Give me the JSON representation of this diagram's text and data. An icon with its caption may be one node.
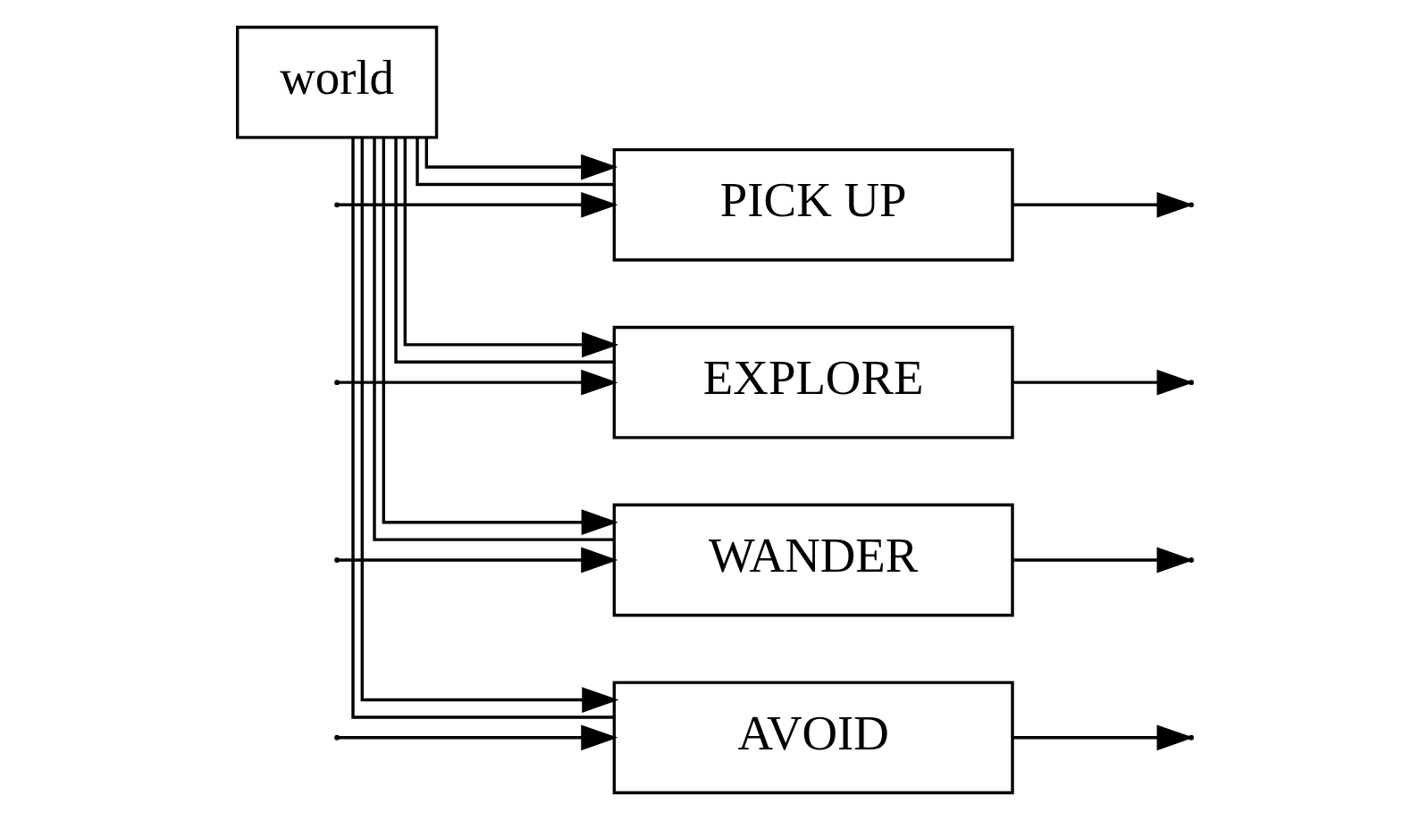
{
  "diagram": {
    "nodes": [
      {
        "text": [
          "PICK UP"
        ]
      },
      {
        "text": [
          "EXPLORE"
        ]
      },
      {
        "text": [
          "WANDER"
        ]
      },
      {
        "text": [
          "AVOID"
        ]
      },
      {
        "text": [
          "world"
        ]
      }
    ],
    "edges": [
      {
        "from": null,
        "to": 0,
        "arrow": "to"
      },
      {
        "from": null,
        "to": 1,
        "arrow": "to"
      },
      {
        "from": null,
        "to": 2,
        "arrow": "to"
      },
      {
        "from": null,
        "to": 3,
        "arrow": "to"
      },
      {
        "from": 0,
        "to": null,
        "arrow": "to"
      },
      {
        "from": 1,
        "to": null,
        "arrow": "to"
      },
      {
        "from": 2,
        "to": null,
        "arrow": "to"
      },
      {
        "from": 3,
        "to": null,
        "arrow": "to"
      },
      {
        "from": 0,
        "to": 4,
        "arrow": "none"
      },
      {
        "from": 1,
        "to": 4,
        "arrow": "none"
      },
      {
        "from": 2,
        "to": 4,
        "arrow": "none"
      },
      {
        "from": 3,
        "to": 4,
        "arrow": "none"
      },
      {
        "from": 4,
        "to": 0,
        "arrow": "to"
      },
      {
        "from": 4,
        "to": 1,
        "arrow": "to"
      },
      {
        "from": 4,
        "to": 2,
        "arrow": "to"
      },
      {
        "from": 4,
        "to": 3,
        "arrow": "to"
      }
    ]
  }
}
